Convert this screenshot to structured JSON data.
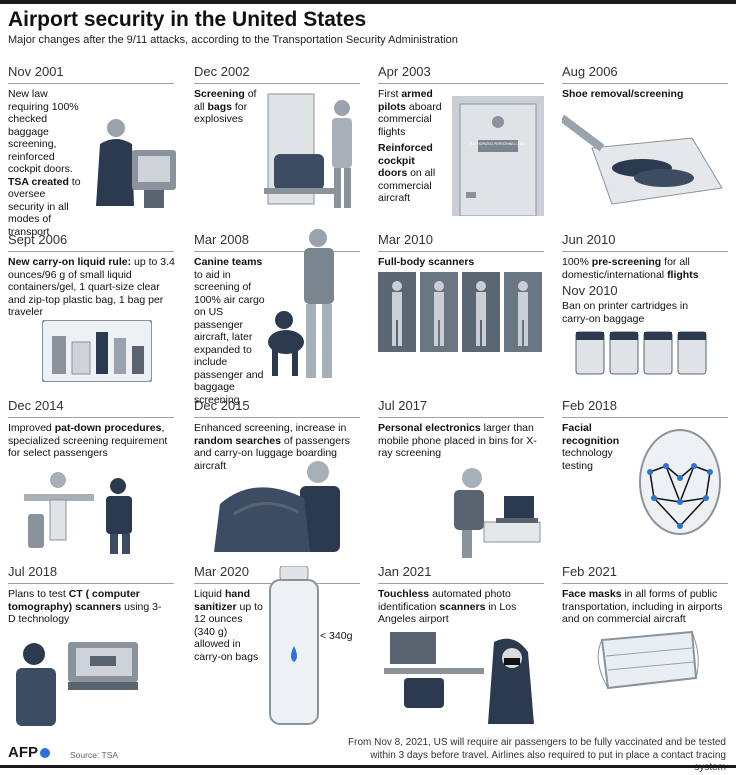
{
  "header": {
    "title": "Airport security in the United States",
    "subtitle": "Major changes after the 9/11 attacks, according to the Transportation Security Administration"
  },
  "cells": [
    {
      "date": "Nov 2001",
      "parts": [
        [
          "New law requiring 100% checked baggage screening, reinforced cockpit doors.",
          false
        ],
        [
          "TSA created",
          true
        ],
        [
          " to oversee security in all modes of transport",
          false
        ]
      ]
    },
    {
      "date": "Dec 2002",
      "parts": [
        [
          "Screening",
          true
        ],
        [
          " of all ",
          false
        ],
        [
          "bags",
          true
        ],
        [
          " for explosives",
          false
        ]
      ]
    },
    {
      "date": "Apr 2003",
      "parts": [
        [
          "First ",
          false
        ],
        [
          "armed pilots",
          true
        ],
        [
          " aboard commercial flights",
          false
        ]
      ],
      "parts_b": [
        [
          "Reinforced cockpit doors",
          true
        ],
        [
          " on all commercial aircraft",
          false
        ]
      ]
    },
    {
      "date": "Aug 2006",
      "parts": [
        [
          "Shoe removal/screening",
          true
        ]
      ]
    },
    {
      "date": "Sept 2006",
      "parts": [
        [
          "New carry-on liquid rule:",
          true
        ],
        [
          " up to 3.4 ounces/96 g of small liquid containers/gel, 1 quart-size clear and zip-top plastic bag, 1 bag per traveler",
          false
        ]
      ]
    },
    {
      "date": "Mar 2008",
      "parts": [
        [
          "Canine teams",
          true
        ],
        [
          " to aid in screening of 100% air cargo on US passenger aircraft, later expanded to include passenger and baggage screening",
          false
        ]
      ]
    },
    {
      "date": "Mar 2010",
      "parts": [
        [
          "Full-body scanners",
          true
        ]
      ]
    },
    {
      "date": "Jun 2010",
      "parts": [
        [
          "100% ",
          false
        ],
        [
          "pre-screening",
          true
        ],
        [
          " for all domestic/international ",
          false
        ],
        [
          "flights",
          true
        ]
      ],
      "date_b": "Nov 2010",
      "parts_b": [
        [
          "Ban on printer cartridges in carry-on baggage",
          false
        ]
      ]
    },
    {
      "date": "Dec 2014",
      "parts": [
        [
          "Improved ",
          false
        ],
        [
          "pat-down procedures",
          true
        ],
        [
          ", specialized screening requirement for select passengers",
          false
        ]
      ]
    },
    {
      "date": "Dec 2015",
      "parts": [
        [
          "Enhanced screening, increase in ",
          false
        ],
        [
          "random searches",
          true
        ],
        [
          " of passengers and carry-on luggage boarding aircraft",
          false
        ]
      ]
    },
    {
      "date": "Jul 2017",
      "parts": [
        [
          "Personal electronics",
          true
        ],
        [
          " larger than mobile phone placed in bins for X-ray screening",
          false
        ]
      ]
    },
    {
      "date": "Feb 2018",
      "parts": [
        [
          "Facial recognition",
          true
        ],
        [
          " technology testing",
          false
        ]
      ]
    },
    {
      "date": "Jul 2018",
      "parts": [
        [
          "Plans to test ",
          false
        ],
        [
          "CT ( computer tomography) scanners",
          true
        ],
        [
          " using 3-D technology",
          false
        ]
      ]
    },
    {
      "date": "Mar 2020",
      "parts": [
        [
          "Liquid ",
          false
        ],
        [
          "hand sanitizer",
          true
        ],
        [
          " up to 12 ounces (340 g) allowed in carry-on bags",
          false
        ]
      ],
      "bottle_label": "< 340g"
    },
    {
      "date": "Jan 2021",
      "parts": [
        [
          "Touchless",
          true
        ],
        [
          " automated photo identification ",
          false
        ],
        [
          "scanners",
          true
        ],
        [
          " in Los Angeles airport",
          false
        ]
      ]
    },
    {
      "date": "Feb 2021",
      "parts": [
        [
          "Face masks",
          true
        ],
        [
          " in all forms of public transportation, including in airports and on commercial aircraft",
          false
        ]
      ]
    }
  ],
  "door_sign": "AUTHORIZED PERSONNEL ONLY",
  "footer": {
    "logo": "AFP",
    "source": "Source: TSA",
    "note": "From Nov 8, 2021, US will require air passengers to be fully vaccinated and be tested within 3 days before travel. Airlines also required to put in place a contact tracing system"
  },
  "colors": {
    "ink": "#111111",
    "illustration_grey": "#8a939c",
    "dark_navy": "#2b3a4e",
    "blue_accent": "#2a73d9",
    "rule": "#9aa0a6"
  }
}
